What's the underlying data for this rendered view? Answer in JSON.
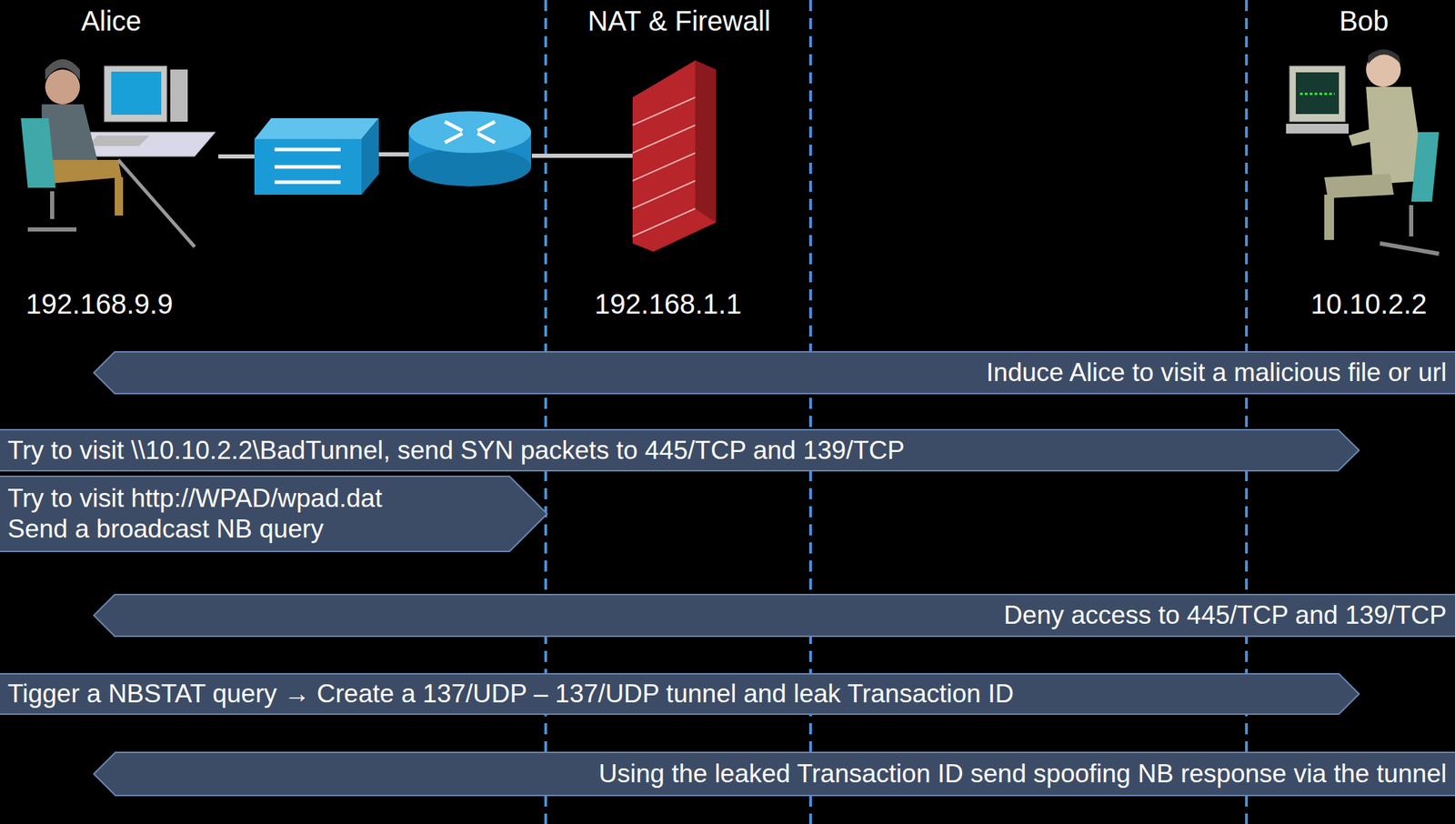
{
  "diagram": {
    "nodes": [
      {
        "text": [
          "Induce Alice to visit a malicious file or url"
        ]
      },
      {
        "text": [
          "Try to visit \\\\10.10.2.2\\BadTunnel, send SYN packets to 445/TCP and 139/TCP"
        ]
      },
      {
        "text": [
          "Try to visit http://WPAD/wpad.dat",
          "Send a broadcast NB query"
        ]
      },
      {
        "text": [
          "Deny access to 445/TCP and 139/TCP"
        ]
      },
      {
        "text": [
          "Tigger a NBSTAT query → Create a 137/UDP – 137/UDP tunnel and leak Transaction ID"
        ]
      },
      {
        "text": [
          "Using the leaked Transaction ID send spoofing NB response via the tunnel"
        ]
      }
    ],
    "labels": [
      "Alice",
      "NAT & Firewall",
      "Bob",
      "192.168.9.9",
      "192.168.1.1",
      "10.10.2.2"
    ]
  }
}
